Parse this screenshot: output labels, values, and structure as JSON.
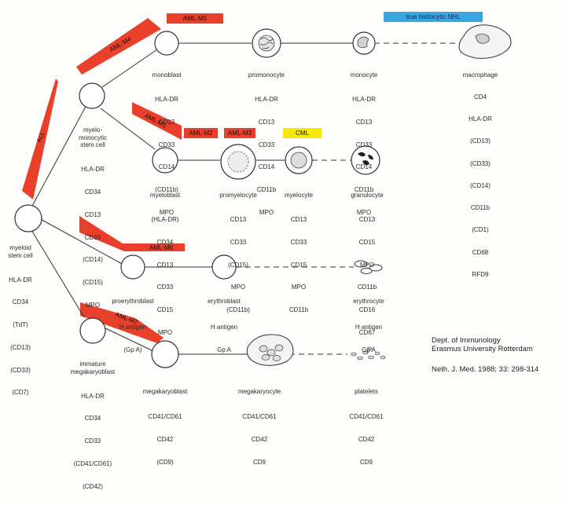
{
  "banners": {
    "aml_m5": "AML-M5",
    "aml_m4": "AML-M4",
    "all": "ALL",
    "aml_m1": "AML-M1",
    "aml_m2": "AML-M2",
    "aml_m3": "AML-M3",
    "cml": "CML",
    "aml_m6": "AML-M6",
    "aml_m7": "AML-M7",
    "histiocytic": "true histiocytic NHL"
  },
  "cells": {
    "myeloid_stem": {
      "name": "myeloid\nstem cell",
      "markers": [
        "HLA-DR",
        "CD34",
        "(TdT)",
        "(CD13)",
        "(CD33)",
        "(CD7)"
      ]
    },
    "myelomonocytic": {
      "name": "myelo-\nmonocytic\nstem cell",
      "markers": [
        "HLA-DR",
        "CD34",
        "CD13",
        "CD33",
        "(CD14)",
        "(CD15)",
        "MPO"
      ]
    },
    "monoblast": {
      "name": "monoblast",
      "markers": [
        "HLA-DR",
        "CD13",
        "CD33",
        "CD14",
        "(CD11b)",
        "MPO"
      ]
    },
    "promonocyte": {
      "name": "promonocyte",
      "markers": [
        "HLA-DR",
        "CD13",
        "CD33",
        "CD14",
        "CD11b",
        "MPO"
      ]
    },
    "monocyte": {
      "name": "monocyte",
      "markers": [
        "HLA-DR",
        "CD13",
        "CD33",
        "CD14",
        "CD11b",
        "MPO"
      ]
    },
    "macrophage": {
      "name": "macrophage",
      "markers": [
        "CD4",
        "HLA-DR",
        "(CD13)",
        "(CD33)",
        "(CD14)",
        "CD11b",
        "(CD1)",
        "CD68",
        "RFD9"
      ]
    },
    "myeloblast": {
      "name": "myeloblast",
      "markers": [
        "(HLA-DR)",
        "CD34",
        "CD13",
        "CD33",
        "CD15",
        "MPO"
      ]
    },
    "promyelocyte": {
      "name": "promyelocyte",
      "markers": [
        "CD13",
        "CD33",
        "(CD15)",
        "MPO",
        "(CD11b)"
      ]
    },
    "myelocyte": {
      "name": "myelocyte",
      "markers": [
        "CD13",
        "CD33",
        "CD15",
        "MPO",
        "CD11b"
      ]
    },
    "granulocyte": {
      "name": "granulocyte",
      "markers": [
        "CD13",
        "CD15",
        "MPO",
        "CD11b",
        "CD16",
        "CD67"
      ]
    },
    "proerythroblast": {
      "name": "proerythroblast",
      "markers": [
        "H antigen",
        "(Gp A)"
      ]
    },
    "erythroblast": {
      "name": "erythroblast",
      "markers": [
        "H antigen",
        "Gp A"
      ]
    },
    "erythrocyte": {
      "name": "erythrocyte",
      "markers": [
        "H antigen",
        "Gp A"
      ]
    },
    "immature_mk": {
      "name": "immature\nmegakaryoblast",
      "markers": [
        "HLA-DR",
        "CD34",
        "CD33",
        "(CD41/CD61)",
        "(CD42)"
      ]
    },
    "megakaryoblast": {
      "name": "megakaryoblast",
      "markers": [
        "CD41/CD61",
        "CD42",
        "(CD9)"
      ]
    },
    "megakaryocyte": {
      "name": "megakaryocyte",
      "markers": [
        "CD41/CD61",
        "CD42",
        "CD9"
      ]
    },
    "platelets": {
      "name": "platelets",
      "markers": [
        "CD41/CD61",
        "CD42",
        "CD9"
      ]
    }
  },
  "credit": {
    "line1": "Dept. of Immunology",
    "line2": "Erasmus University Rotterdam",
    "citation": "Neth. J. Med. 1988; 33: 298-314"
  },
  "colors": {
    "banner_red": "#e8402a",
    "banner_yellow": "#f5e80a",
    "banner_blue": "#3aa6e0",
    "line": "#333333"
  }
}
